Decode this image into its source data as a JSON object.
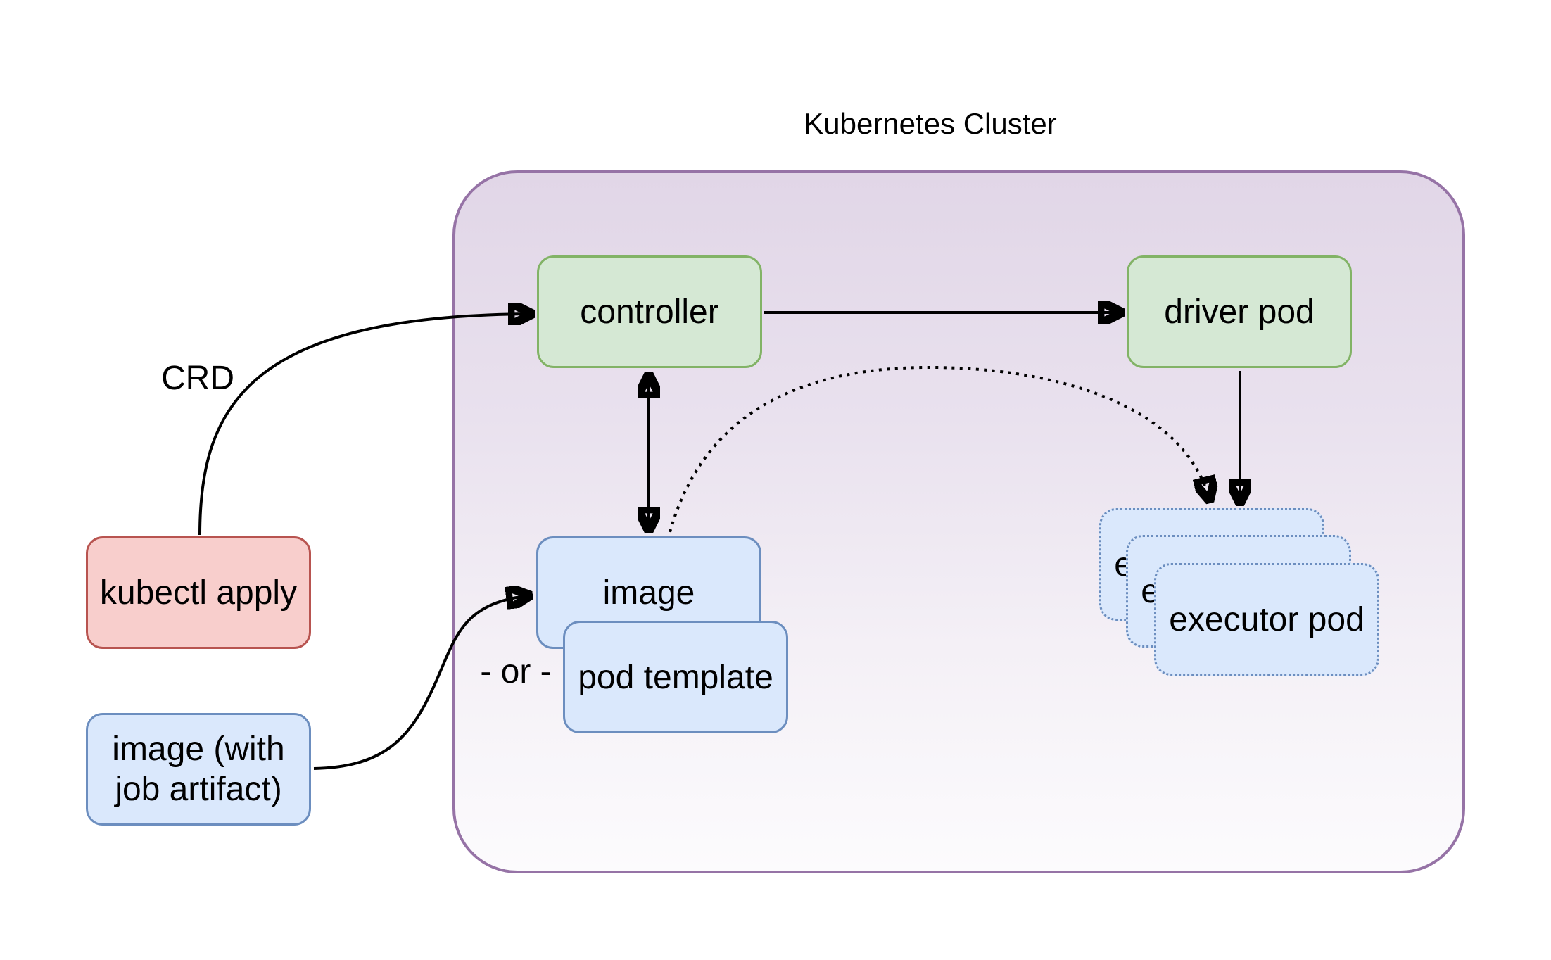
{
  "title": "Kubernetes Cluster",
  "labels": {
    "crd": "CRD",
    "or": "- or -"
  },
  "nodes": {
    "controller": {
      "label": "controller"
    },
    "driver_pod": {
      "label": "driver pod"
    },
    "kubectl_apply": {
      "label": "kubectl apply"
    },
    "image_with_job_artifact": {
      "line1": "image (with",
      "line2": "job artifact)"
    },
    "image": {
      "label": "image"
    },
    "pod_template": {
      "label": "pod template"
    },
    "executor_pods": {
      "label": "executor pod",
      "count": 3
    }
  },
  "edges": [
    {
      "from": "kubectl apply",
      "to": "controller",
      "label": "CRD",
      "style": "solid-curve-arrow"
    },
    {
      "from": "controller",
      "to": "driver pod",
      "style": "solid-arrow"
    },
    {
      "from": "controller",
      "to": "image",
      "style": "solid-double-arrow"
    },
    {
      "from": "driver pod",
      "to": "executor pods",
      "style": "solid-arrow"
    },
    {
      "from": "image",
      "to": "executor pods",
      "style": "dotted-curve-arrow"
    },
    {
      "from": "image (with job artifact)",
      "to": "image",
      "label": "- or -",
      "style": "solid-curve-arrow"
    }
  ],
  "colors": {
    "cluster_border": "#9673a6",
    "cluster_fill_top": "#e1d6e7",
    "cluster_fill_bottom": "#fcfbfd",
    "green_fill": "#d5e8d4",
    "green_border": "#82b366",
    "blue_fill": "#dae8fc",
    "blue_border": "#6c8ebf",
    "red_fill": "#f8cecc",
    "red_border": "#b85450",
    "arrow": "#000000",
    "text": "#000000"
  }
}
